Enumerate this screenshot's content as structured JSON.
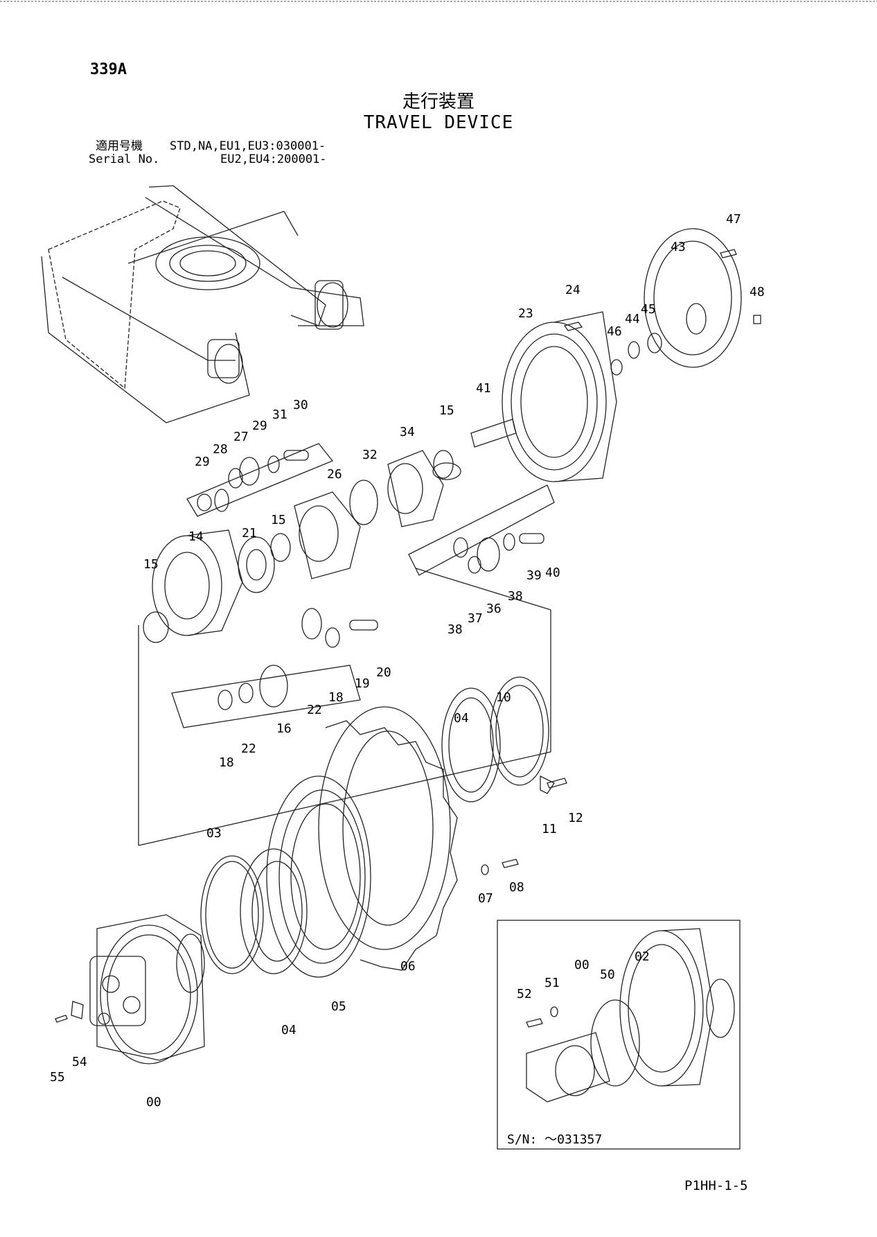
{
  "header": {
    "page_number": "339A",
    "title_jp": "走行装置",
    "title_en": "TRAVEL DEVICE",
    "serial_label_jp": "適用号機",
    "serial_label_en": "Serial No.",
    "serial_line1": "STD,NA,EU1,EU3:030001-",
    "serial_line2": "EU2,EU4:200001-"
  },
  "callouts": [
    "47",
    "43",
    "48",
    "24",
    "23",
    "46",
    "44",
    "45",
    "41",
    "15",
    "30",
    "31",
    "29",
    "27",
    "28",
    "29",
    "34",
    "32",
    "26",
    "15",
    "21",
    "14",
    "15",
    "38",
    "37",
    "36",
    "38",
    "39",
    "40",
    "20",
    "19",
    "18",
    "22",
    "16",
    "22",
    "18",
    "10",
    "04",
    "12",
    "11",
    "03",
    "08",
    "07",
    "06",
    "05",
    "04",
    "55",
    "54",
    "00",
    "02",
    "50",
    "00",
    "51",
    "52"
  ],
  "inset": {
    "serial_note": "S/N: ～031357"
  },
  "footer": {
    "code": "P1HH-1-5"
  }
}
